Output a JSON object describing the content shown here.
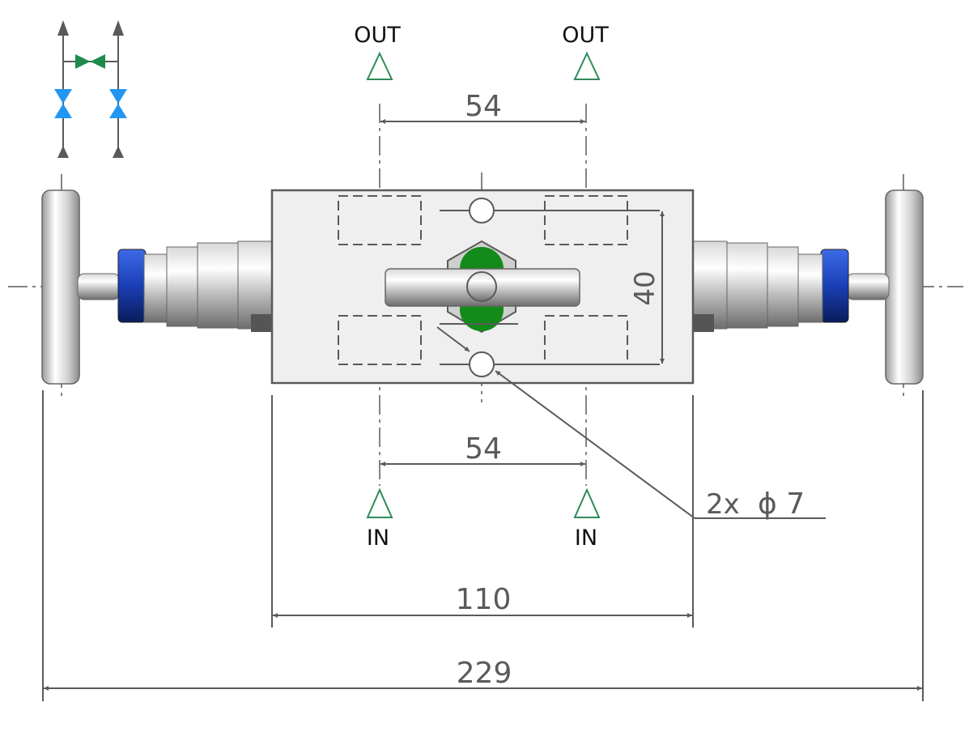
{
  "ports": {
    "out_left": "OUT",
    "out_right": "OUT",
    "in_left": "IN",
    "in_right": "IN"
  },
  "dimensions": {
    "port_spacing_top": "54",
    "port_spacing_bottom": "54",
    "body_height": "40",
    "body_width": "110",
    "overall_width": "229",
    "holes_count": "2x",
    "holes_diameter": "ϕ 7"
  },
  "colors": {
    "port_marker": "#2e8b57",
    "block_valve": "#2196f3",
    "equalizing_valve": "#1e8a4c",
    "line": "#5a5a5a",
    "body_fill": "#efefef",
    "nut_blue": "#1a3fb5",
    "seal_green": "#138a1a"
  },
  "icons": {
    "schematic": "three-valve-manifold-symbol",
    "port_marker": "triangle-outline"
  }
}
